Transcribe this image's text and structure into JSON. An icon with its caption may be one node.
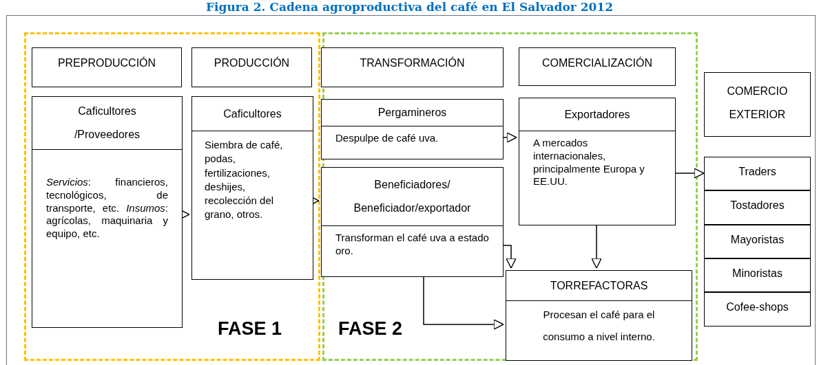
{
  "diagram": {
    "title": "Figura 2. Cadena agroproductiva del café en El Salvador 2012",
    "nodes": [
      {
        "text": [
          "FASE 1"
        ]
      },
      {
        "text": [
          "FASE 2"
        ]
      },
      {
        "text": [
          "PREPRODUCCIÓN"
        ],
        "in": 0
      },
      {
        "text": [
          "PRODUCCIÓN"
        ],
        "in": 0
      },
      {
        "text": [
          "TRANSFORMACIÓN"
        ],
        "in": 1
      },
      {
        "text": [
          "COMERCIALIZACIÓN"
        ],
        "in": 1
      },
      {
        "text": [
          "COMERCIO EXTERIOR"
        ]
      },
      {
        "text": [
          "Caficultores /Proveedores",
          "*Servicios*: financieros, tecnológicos, de transporte, etc. *Insumos*: agrícolas, maquinaria y equipo, etc."
        ],
        "in": 0
      },
      {
        "text": [
          "Caficultores",
          "Siembra de café, podas, fertilizaciones, deshijes, recolección del grano, otros."
        ],
        "in": 0
      },
      {
        "text": [
          "Pergamineros",
          "Despulpe de café uva."
        ],
        "in": 1
      },
      {
        "text": [
          "Beneficiadores/ Beneficiador/exportador",
          "Transforman el café uva a estado oro."
        ],
        "in": 1
      },
      {
        "text": [
          "Exportadores",
          "A mercados internacionales, principalmente Europa y EE.UU."
        ],
        "in": 1
      },
      {
        "text": [
          "TORREFACTORAS",
          "Procesan el café para el consumo a nivel interno."
        ],
        "in": 1
      },
      {
        "text": [
          "Traders"
        ]
      },
      {
        "text": [
          "Tostadores"
        ]
      },
      {
        "text": [
          "Mayoristas"
        ]
      },
      {
        "text": [
          "Minoristas"
        ]
      },
      {
        "text": [
          "Cofee-shops"
        ]
      }
    ],
    "edges": [
      {
        "from": 7,
        "to": 8,
        "arrow": "to"
      },
      {
        "from": 8,
        "to": 10,
        "arrow": "to"
      },
      {
        "from": 9,
        "to": 11,
        "arrow": "to"
      },
      {
        "from": 10,
        "to": 12,
        "arrow": "to"
      },
      {
        "from": 10,
        "to": 12,
        "arrow": "to"
      },
      {
        "from": 11,
        "to": 12,
        "arrow": "to"
      },
      {
        "from": 11,
        "to": 13,
        "arrow": "to"
      }
    ]
  }
}
